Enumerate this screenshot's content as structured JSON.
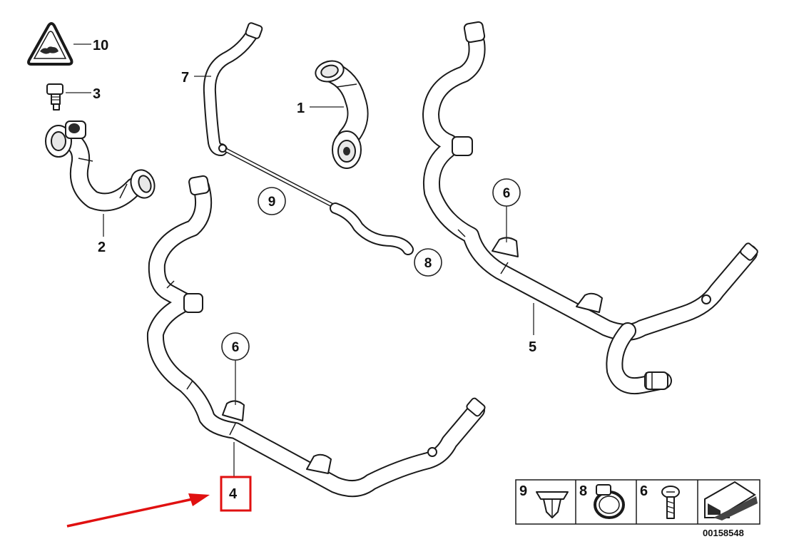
{
  "callouts": {
    "c1": "1",
    "c2": "2",
    "c3": "3",
    "c4": "4",
    "c5": "5",
    "c6a": "6",
    "c6b": "6",
    "c7": "7",
    "c8": "8",
    "c9": "9",
    "c10": "10"
  },
  "legend": {
    "cell_9": "9",
    "cell_8": "8",
    "cell_6": "6"
  },
  "doc_number": "00158548",
  "colors": {
    "highlight": "#e01010",
    "line": "#1a1a1a"
  }
}
